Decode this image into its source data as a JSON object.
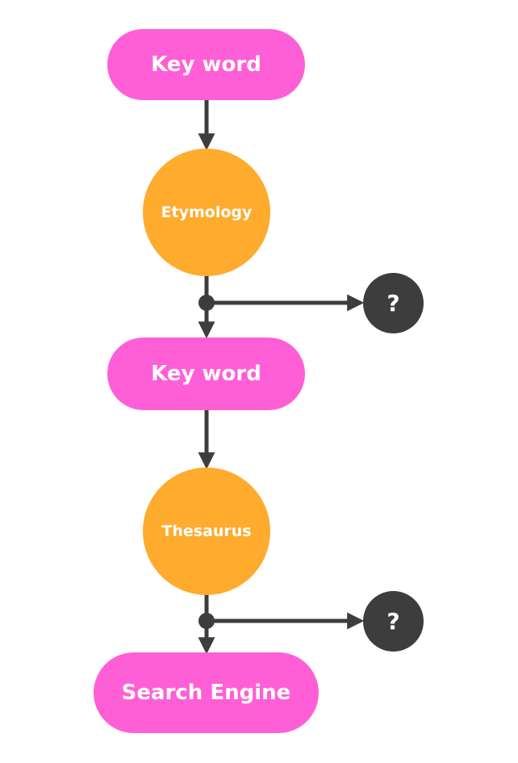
{
  "colors": {
    "pill": "#ff5fd6",
    "circle": "#ffab2e",
    "question": "#3d3d3d",
    "connector": "#3d3d3d",
    "text": "#ffffff"
  },
  "nodes": {
    "keyword_1": "Key word",
    "etymology": "Etymology",
    "question_1": "?",
    "keyword_2": "Key word",
    "thesaurus": "Thesaurus",
    "question_2": "?",
    "search_engine": "Search Engine"
  }
}
